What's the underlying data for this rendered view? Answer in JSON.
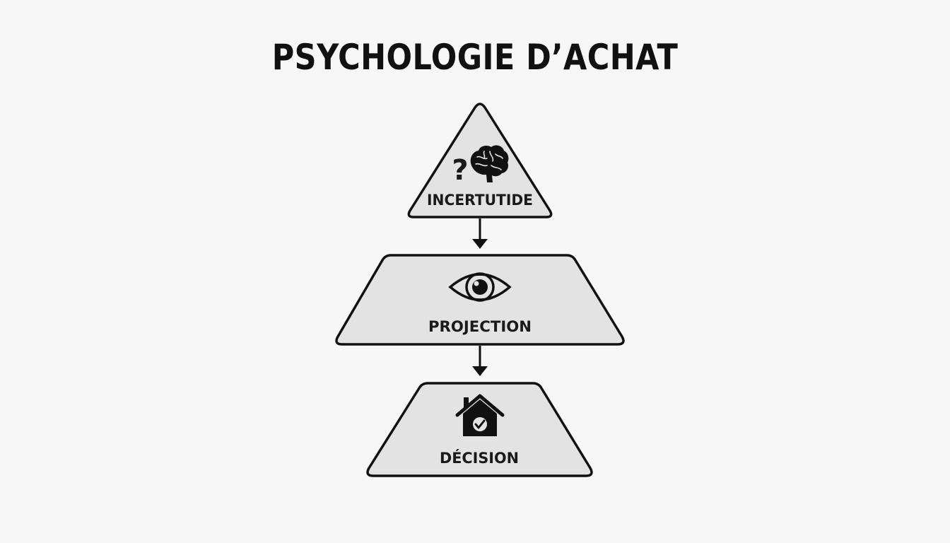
{
  "title": "PSYCHOLOGIE D’ACHAT",
  "colors": {
    "background": "#f7f7f7",
    "shape_fill": "#e3e3e3",
    "stroke": "#111111",
    "text": "#1a1a1a"
  },
  "stages": [
    {
      "label": "INCERTUTIDE",
      "icon": "question-brain-icon",
      "shape": "triangle"
    },
    {
      "label": "PROJECTION",
      "icon": "eye-icon",
      "shape": "trapezoid"
    },
    {
      "label": "DÉCISION",
      "icon": "house-check-icon",
      "shape": "trapezoid"
    }
  ],
  "connectors": [
    {
      "from": "INCERTUTIDE",
      "to": "PROJECTION"
    },
    {
      "from": "PROJECTION",
      "to": "DÉCISION"
    }
  ]
}
